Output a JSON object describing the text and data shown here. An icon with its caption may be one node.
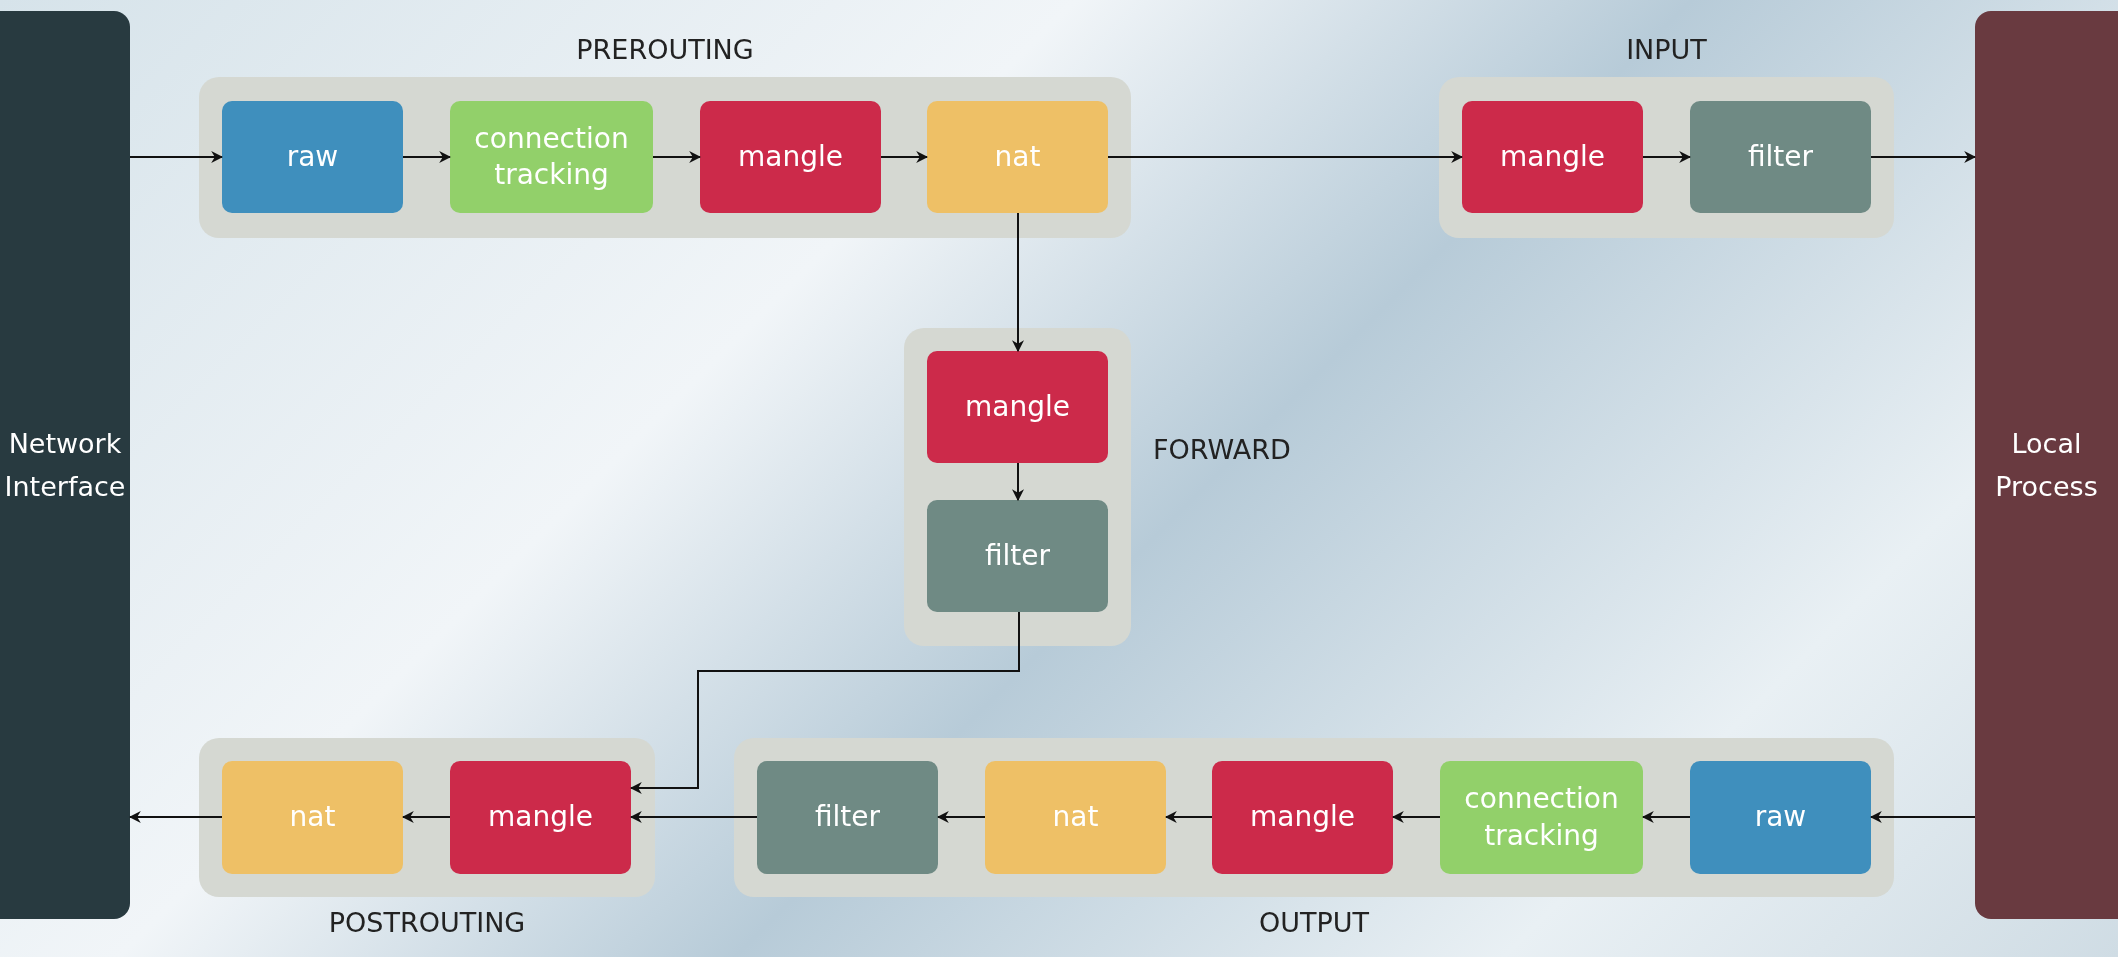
{
  "diagram": {
    "nodes": [
      {
        "text": [
          "Network Interface"
        ]
      },
      {
        "text": [
          "Local Process"
        ]
      },
      {
        "text": [
          "PREROUTING"
        ]
      },
      {
        "text": [
          "raw"
        ],
        "in": 2
      },
      {
        "text": [
          "connection tracking"
        ],
        "in": 2
      },
      {
        "text": [
          "mangle"
        ],
        "in": 2
      },
      {
        "text": [
          "nat"
        ],
        "in": 2
      },
      {
        "text": [
          "INPUT"
        ]
      },
      {
        "text": [
          "mangle"
        ],
        "in": 7
      },
      {
        "text": [
          "filter"
        ],
        "in": 7
      },
      {
        "text": [
          "FORWARD"
        ]
      },
      {
        "text": [
          "mangle"
        ],
        "in": 10
      },
      {
        "text": [
          "filter"
        ],
        "in": 10
      },
      {
        "text": [
          "POSTROUTING"
        ]
      },
      {
        "text": [
          "nat"
        ],
        "in": 13
      },
      {
        "text": [
          "mangle"
        ],
        "in": 13
      },
      {
        "text": [
          "OUTPUT"
        ]
      },
      {
        "text": [
          "filter"
        ],
        "in": 16
      },
      {
        "text": [
          "nat"
        ],
        "in": 16
      },
      {
        "text": [
          "mangle"
        ],
        "in": 16
      },
      {
        "text": [
          "connection tracking"
        ],
        "in": 16
      },
      {
        "text": [
          "raw"
        ],
        "in": 16
      }
    ],
    "edges": [
      {
        "from": 0,
        "to": 3,
        "arrow": "to"
      },
      {
        "from": 3,
        "to": 4,
        "arrow": "to"
      },
      {
        "from": 4,
        "to": 5,
        "arrow": "to"
      },
      {
        "from": 5,
        "to": 6,
        "arrow": "to"
      },
      {
        "from": 6,
        "to": 8,
        "arrow": "to"
      },
      {
        "from": 8,
        "to": 9,
        "arrow": "to"
      },
      {
        "from": 9,
        "to": 1,
        "arrow": "to"
      },
      {
        "from": 6,
        "to": 11,
        "arrow": "to"
      },
      {
        "from": 11,
        "to": 12,
        "arrow": "to"
      },
      {
        "from": 12,
        "to": 15,
        "arrow": "to"
      },
      {
        "from": 1,
        "to": 21,
        "arrow": "to"
      },
      {
        "from": 21,
        "to": 20,
        "arrow": "to"
      },
      {
        "from": 20,
        "to": 19,
        "arrow": "to"
      },
      {
        "from": 19,
        "to": 18,
        "arrow": "to"
      },
      {
        "from": 18,
        "to": 17,
        "arrow": "to"
      },
      {
        "from": 17,
        "to": 15,
        "arrow": "to"
      },
      {
        "from": 15,
        "to": 14,
        "arrow": "to"
      },
      {
        "from": 14,
        "to": 0,
        "arrow": "to"
      }
    ]
  }
}
